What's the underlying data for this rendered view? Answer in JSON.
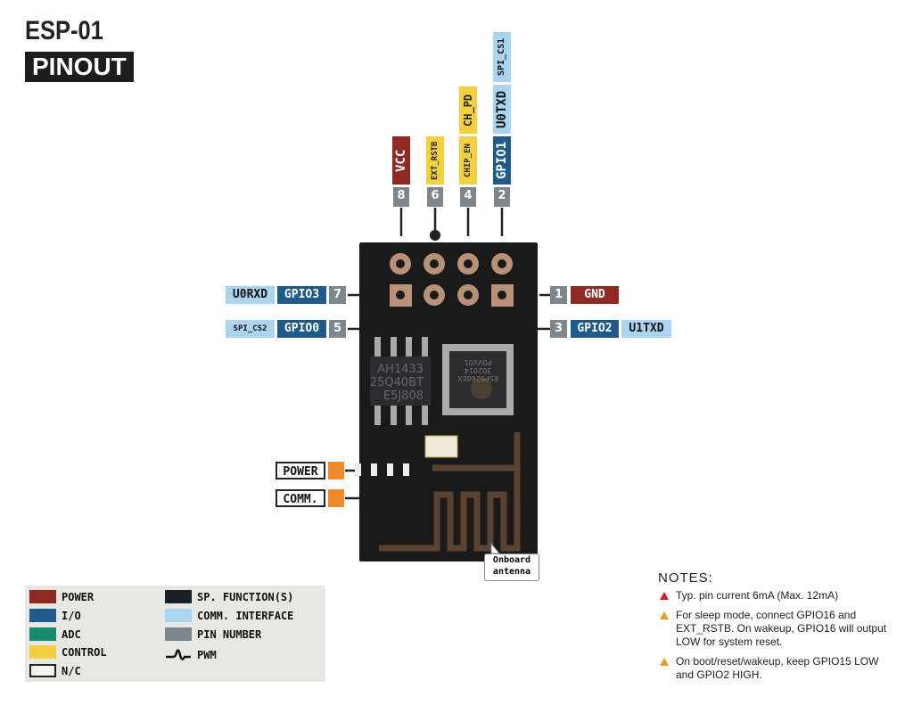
{
  "title": "ESP-01",
  "subtitle": "PINOUT",
  "top_pins": [
    {
      "number": "8",
      "labels": [
        "VCC"
      ]
    },
    {
      "number": "6",
      "labels": [
        "EXT_RSTB"
      ]
    },
    {
      "number": "4",
      "labels": [
        "CHIP_EN",
        "CH_PD"
      ]
    },
    {
      "number": "2",
      "labels": [
        "GPIO1",
        "U0TXD",
        "SPI_CS1"
      ]
    }
  ],
  "left_pins": [
    {
      "number": "7",
      "labels": [
        "GPIO3",
        "U0RXD"
      ]
    },
    {
      "number": "5",
      "labels": [
        "GPIO0",
        "SPI_CS2"
      ]
    }
  ],
  "right_pins": [
    {
      "number": "1",
      "labels": [
        "GND"
      ]
    },
    {
      "number": "3",
      "labels": [
        "GPIO2",
        "U1TXD"
      ]
    }
  ],
  "leds": {
    "power": "POWER",
    "comm": "COMM."
  },
  "chips": {
    "flash": [
      "AH1433",
      "25Q40BT",
      "E5J808"
    ],
    "soc": [
      "ESP8266EX",
      "302014",
      "P0VV01"
    ]
  },
  "antenna_callout": [
    "Onboard",
    "antenna"
  ],
  "legend": [
    {
      "label": "POWER",
      "color": "#8e2a22"
    },
    {
      "label": "I/O",
      "color": "#1f5a8a"
    },
    {
      "label": "ADC",
      "color": "#148a6e"
    },
    {
      "label": "CONTROL",
      "color": "#f3d13e"
    },
    {
      "label": "N/C",
      "color": "#f2f2ee"
    },
    {
      "label": "SP. FUNCTION(S)",
      "color": "#1a1f2a"
    },
    {
      "label": "COMM. INTERFACE",
      "color": "#a9d5f0"
    },
    {
      "label": "PIN NUMBER",
      "color": "#7d858d"
    },
    {
      "label": "PWM",
      "icon": "pwm-wave-icon"
    }
  ],
  "notes": {
    "heading": "NOTES:",
    "items": [
      {
        "severity": "red",
        "text": "Typ. pin current 6mA (Max. 12mA)"
      },
      {
        "severity": "orange",
        "text": "For sleep mode, connect GPIO16 and EXT_RSTB. On wakeup, GPIO16 will output LOW for system reset."
      },
      {
        "severity": "orange",
        "text": "On boot/reset/wakeup, keep GPIO15 LOW and GPIO2 HIGH."
      }
    ]
  }
}
